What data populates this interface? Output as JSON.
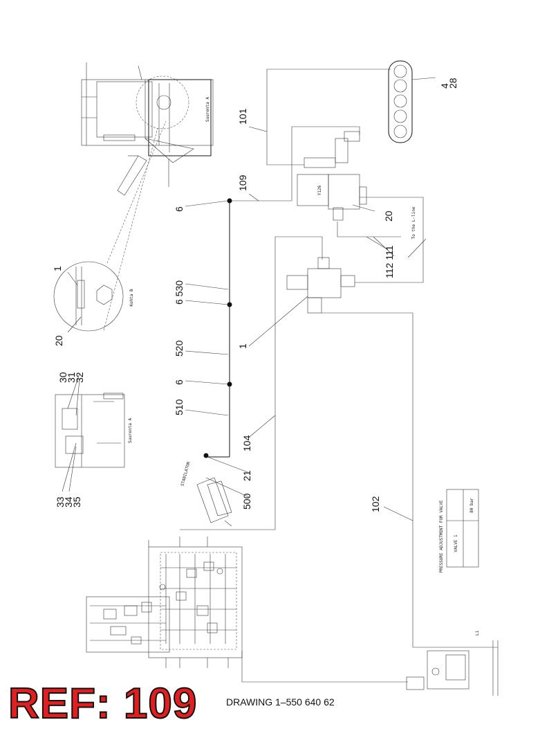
{
  "callouts": {
    "c4_28_a": "4",
    "c4_28_b": "28",
    "c101": "101",
    "c109": "109",
    "c6_top": "6",
    "c20_right": "20",
    "c112_111": "112 111",
    "c1_top": "1",
    "c20_left": "20",
    "c6_530": "6 530",
    "c520": "520",
    "c1_mid": "1",
    "c30_32_a": "30",
    "c30_32_b": "31",
    "c30_32_c": "32",
    "c6_mid": "6",
    "c510": "510",
    "c104": "104",
    "c21": "21",
    "c500": "500",
    "c33_35_a": "33",
    "c33_35_b": "34",
    "c33_35_c": "35",
    "c102": "102"
  },
  "detail_labels": {
    "suurenta_a_top": "Suurenta A",
    "kohta_b": "Kohta B",
    "suurenta_a_left": "Suurenta A",
    "stabilator": "STABILATOR",
    "valve_y126": "Y126",
    "to_l_line": "To the L-line",
    "l1": "L1"
  },
  "pressure_table": {
    "title": "PRESSURE ADJUSTMENT FOR VALVE",
    "row_label": "VALVE 1",
    "row_value": "80 bar"
  },
  "footer": {
    "ref_stamp": "REF: 109",
    "drawing_number": "DRAWING 1–550 640 62"
  }
}
